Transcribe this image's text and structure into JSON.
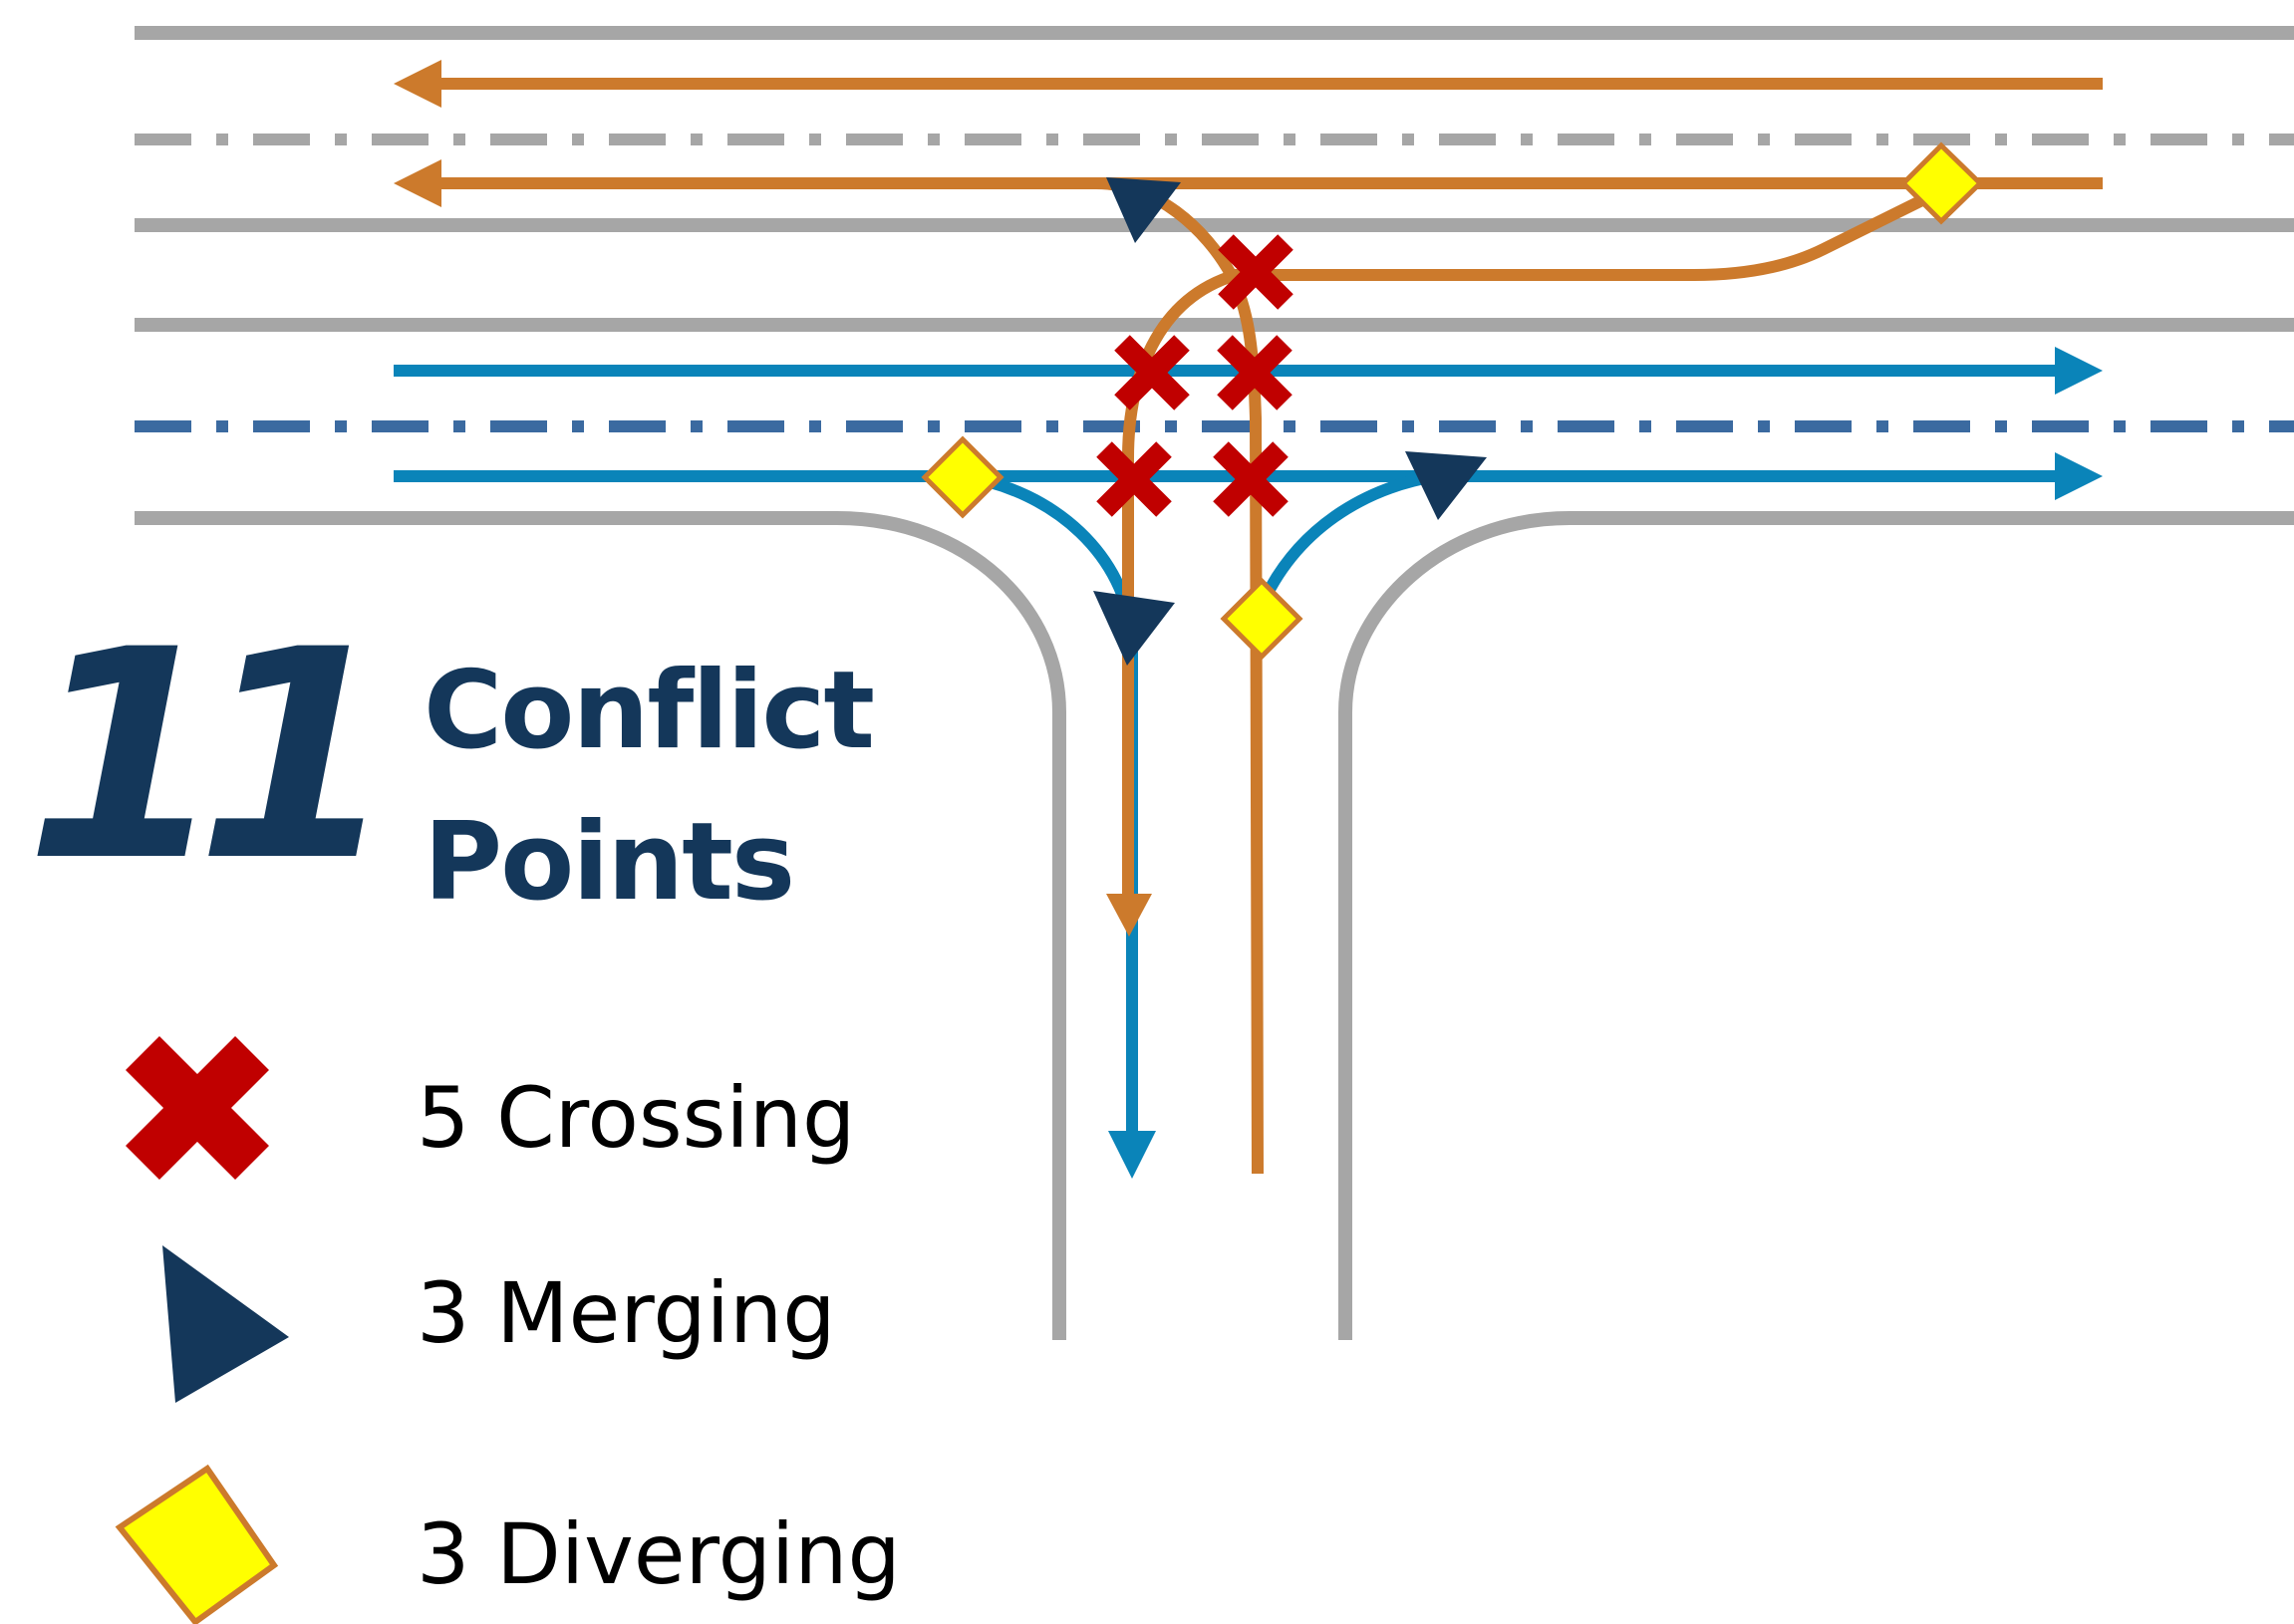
{
  "title": {
    "count": "11",
    "line1": "Conflict",
    "line2": "Points"
  },
  "legend": [
    {
      "symbol": "crossing-x-icon",
      "label": "5 Crossing"
    },
    {
      "symbol": "merging-triangle-icon",
      "label": "3 Merging"
    },
    {
      "symbol": "diverging-diamond-icon",
      "label": "3 Diverging"
    }
  ],
  "colors": {
    "road_edge": "#a6a6a6",
    "lane_divider_top": "#a6a6a6",
    "lane_divider_bottom": "#3b6aa0",
    "westbound_path": "#cc7a2c",
    "eastbound_path": "#0a84b9",
    "crossing": "#c00000",
    "merging": "#14375a",
    "diverging_fill": "#ffff00",
    "diverging_stroke": "#cc7a2c",
    "title": "#14375a"
  }
}
